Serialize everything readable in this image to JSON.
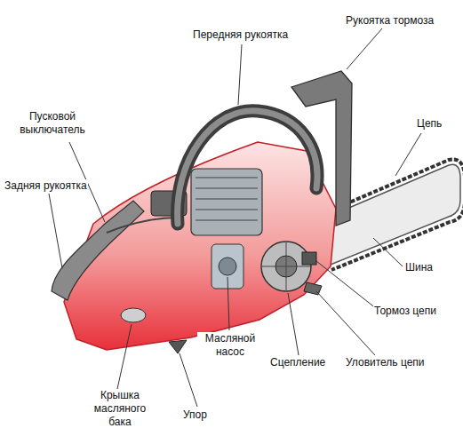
{
  "diagram": {
    "labels": [
      "Передняя рукоятка",
      "Рукоятка тормоза",
      "Пусковой выключатель",
      "Задняя рукоятка",
      "Цепь",
      "Шина",
      "Тормоз цепи",
      "Уловитель цепи",
      "Сцепление",
      "Масляной насос",
      "Упор",
      "Крышка масляного бака"
    ]
  }
}
